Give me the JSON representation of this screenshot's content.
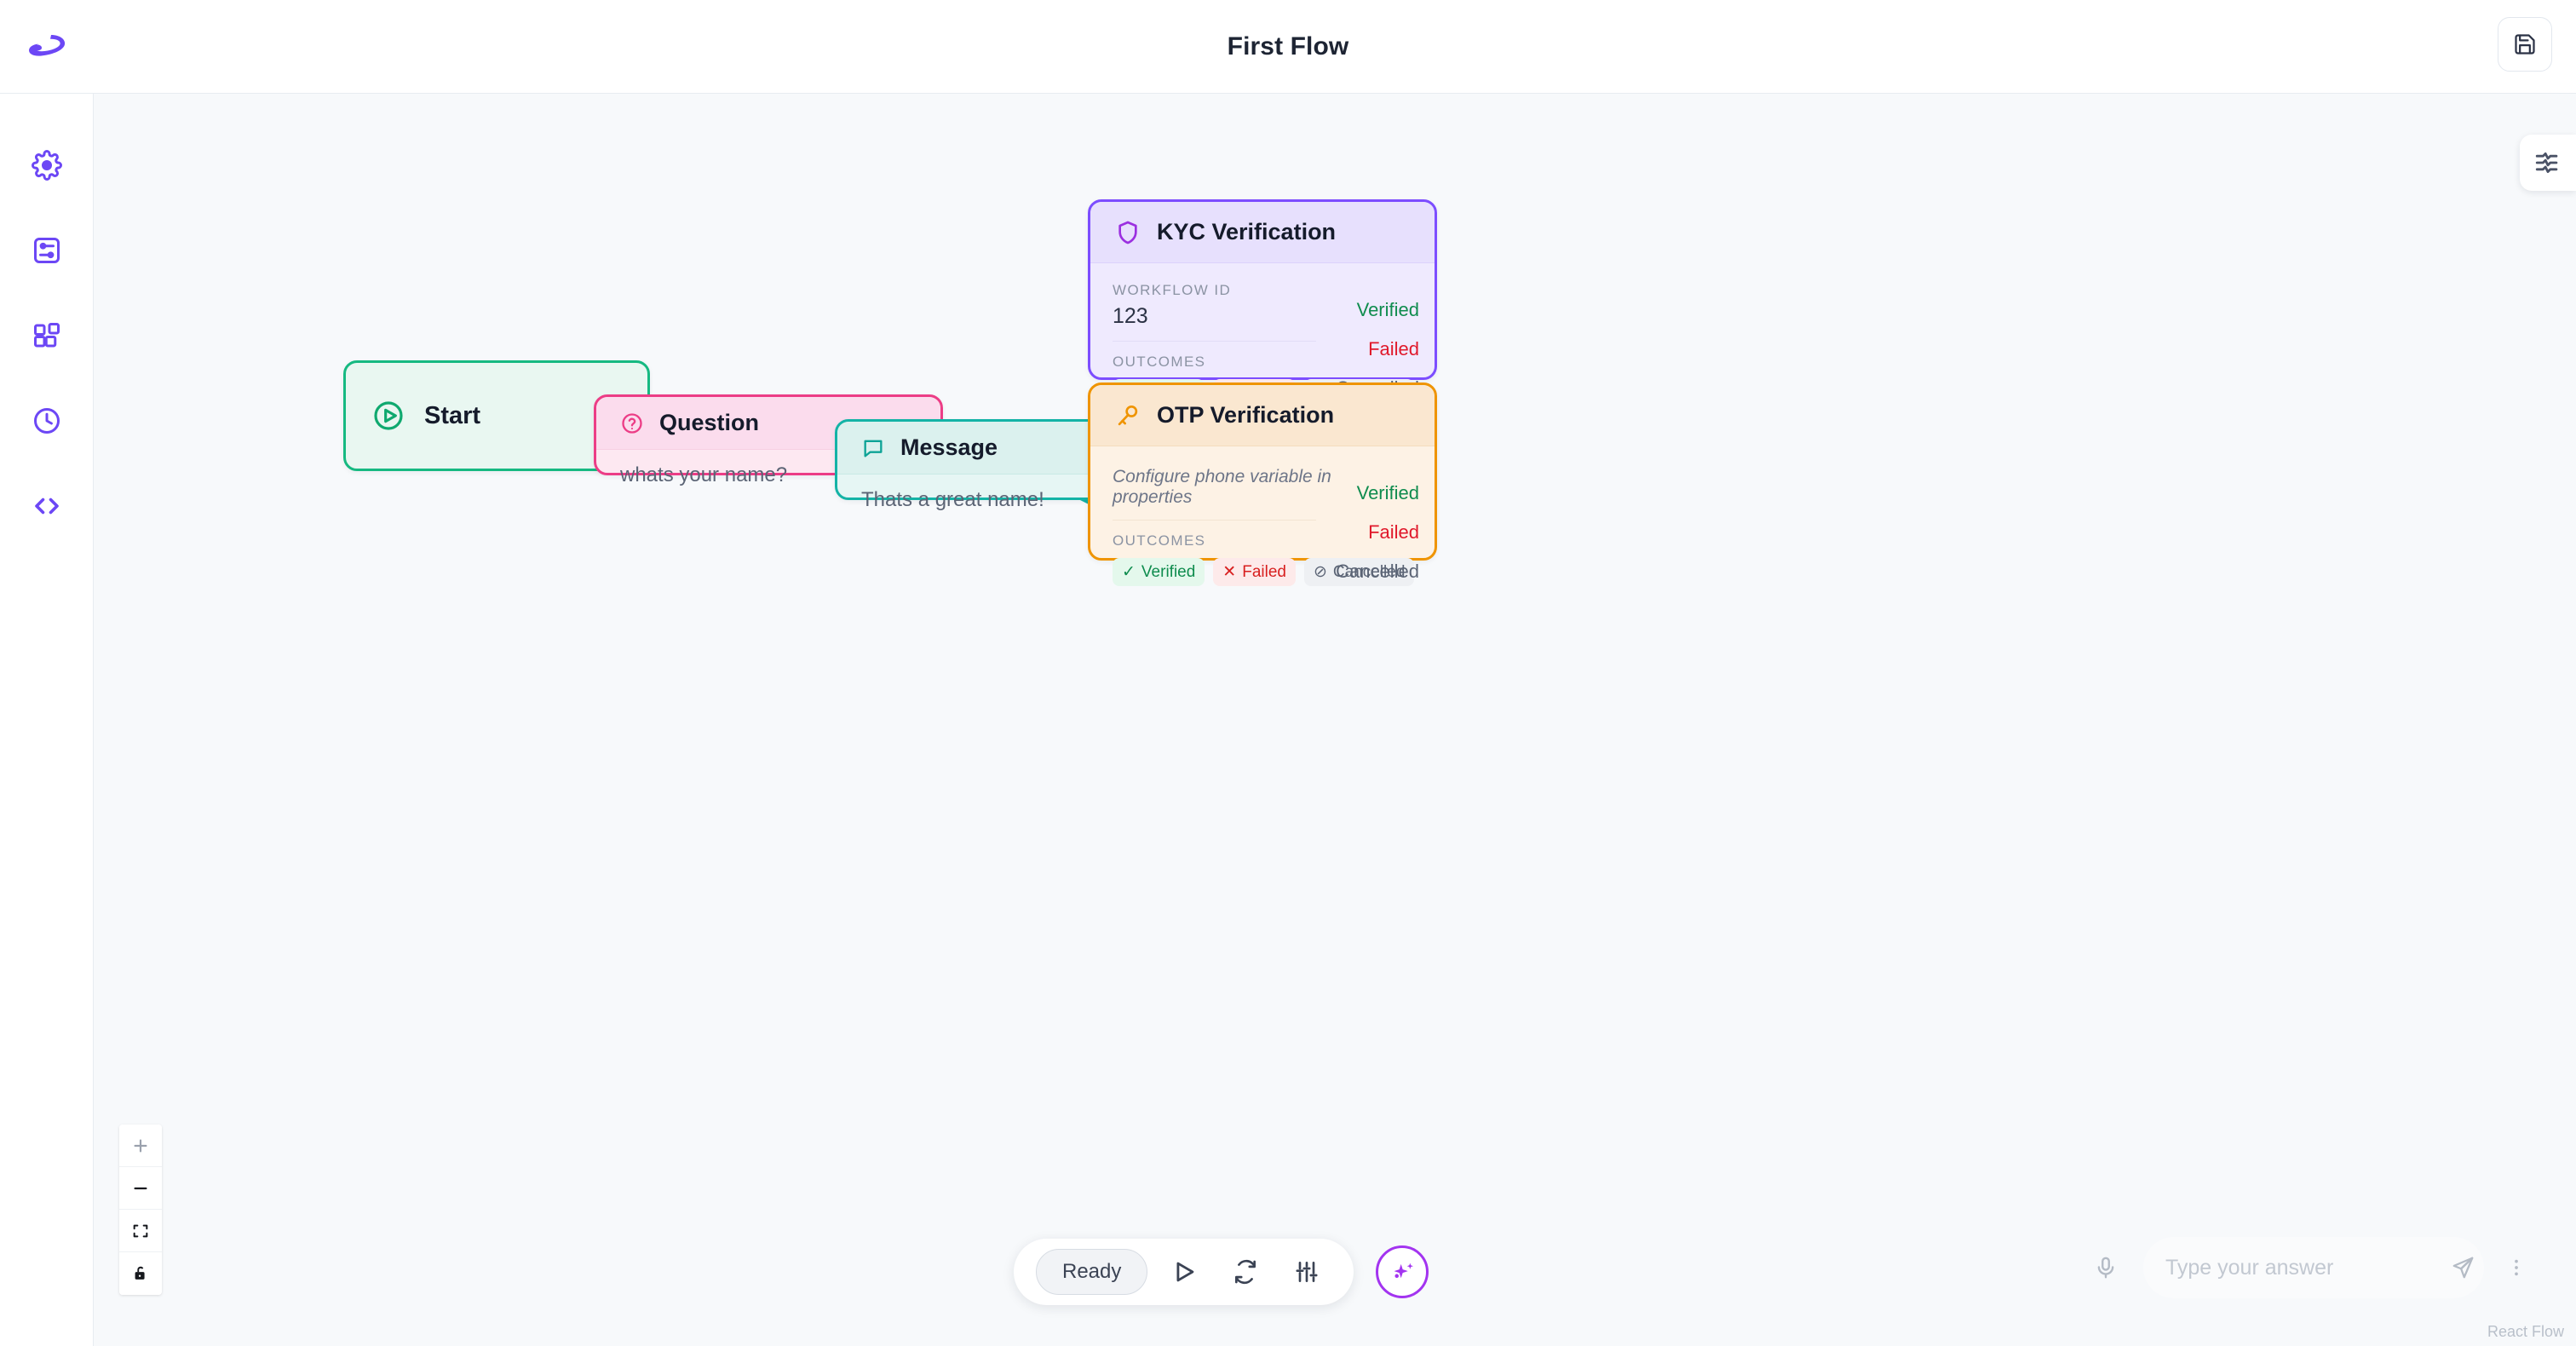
{
  "header": {
    "title": "First Flow",
    "logo_icon": "brand-swoosh-logo",
    "save_icon": "save-floppy-icon"
  },
  "sidebar": {
    "items": [
      {
        "icon": "gear-icon",
        "name": "settings"
      },
      {
        "icon": "flow-chart-icon",
        "name": "flows"
      },
      {
        "icon": "blocks-icon",
        "name": "components"
      },
      {
        "icon": "clock-icon",
        "name": "history"
      },
      {
        "icon": "code-icon",
        "name": "code"
      }
    ]
  },
  "canvas": {
    "panel_toggle_icon": "sliders-panel-icon",
    "attribution": "React Flow",
    "zoom_controls": [
      {
        "icon": "plus-icon",
        "name": "zoom-in"
      },
      {
        "icon": "minus-icon",
        "name": "zoom-out"
      },
      {
        "icon": "fit-view-icon",
        "name": "fit-view"
      },
      {
        "icon": "lock-icon",
        "name": "toggle-interactivity"
      }
    ],
    "nodes": [
      {
        "id": "start",
        "type": "start",
        "title": "Start",
        "icon": "play-circle-icon",
        "accent": "#16b981"
      },
      {
        "id": "question",
        "type": "question",
        "title": "Question",
        "icon": "question-circle-icon",
        "body": "whats your name?",
        "accent": "#ec3d86"
      },
      {
        "id": "message",
        "type": "message",
        "title": "Message",
        "icon": "chat-bubble-icon",
        "body": "Thats a great name!",
        "accent": "#14b3a6"
      },
      {
        "id": "kyc",
        "type": "verification",
        "title": "KYC Verification",
        "icon": "shield-icon",
        "accent": "#7c4dff",
        "field_label": "WORKFLOW ID",
        "field_value": "123",
        "outcomes_label": "OUTCOMES",
        "outcomes": [
          {
            "label": "Verified",
            "glyph": "✓"
          },
          {
            "label": "Failed",
            "glyph": "✕"
          },
          {
            "label": "Cancelled",
            "glyph": "⊘"
          }
        ],
        "handles": [
          {
            "label": "Verified"
          },
          {
            "label": "Failed"
          },
          {
            "label": "Cancelled"
          }
        ]
      },
      {
        "id": "otp",
        "type": "verification",
        "title": "OTP Verification",
        "icon": "key-icon",
        "accent": "#ef9400",
        "hint": "Configure phone variable in properties",
        "outcomes_label": "OUTCOMES",
        "outcomes": [
          {
            "label": "Verified",
            "glyph": "✓"
          },
          {
            "label": "Failed",
            "glyph": "✕"
          },
          {
            "label": "Cancelled",
            "glyph": "⊘"
          }
        ],
        "handles": [
          {
            "label": "Verified"
          },
          {
            "label": "Failed"
          },
          {
            "label": "Cancelled"
          }
        ]
      }
    ],
    "edges": [
      {
        "from": "start",
        "to": "question",
        "color": "#16b981"
      },
      {
        "from": "question",
        "to": "message",
        "color": "#ec3d86"
      },
      {
        "from": "message",
        "to": "kyc",
        "color": "#14b3a6"
      }
    ]
  },
  "dock": {
    "status": "Ready",
    "buttons": [
      {
        "icon": "play-icon",
        "name": "run"
      },
      {
        "icon": "refresh-icon",
        "name": "restart"
      },
      {
        "icon": "sliders-icon",
        "name": "settings"
      }
    ],
    "ai_icon": "sparkle-icon"
  },
  "chat": {
    "mic_icon": "microphone-icon",
    "placeholder": "Type your answer",
    "value": "",
    "send_icon": "send-icon",
    "menu_icon": "kebab-menu-icon"
  },
  "colors": {
    "brand": "#6c47f5",
    "start": "#16b981",
    "question": "#ec3d86",
    "message": "#14b3a6",
    "kyc": "#7c4dff",
    "otp": "#ef9400",
    "ok": "#0f8c4e",
    "fail": "#d81f1f",
    "neutral": "#5b6475"
  }
}
